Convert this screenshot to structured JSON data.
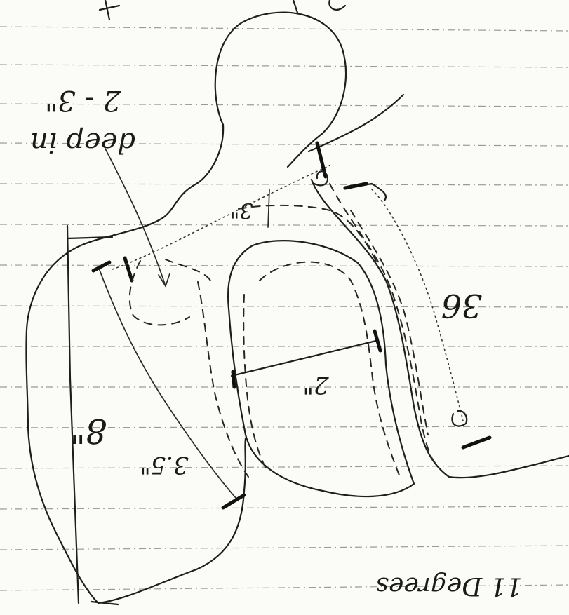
{
  "labels": {
    "top_measure": "2 - 3\"",
    "top_note": "deep in",
    "measure_36": "36",
    "measure_2": "2\"",
    "measure_8": "8\"",
    "measure_3_5": "3.5\"",
    "measure_3": "3\"",
    "footer_note": "11 Degrees"
  }
}
